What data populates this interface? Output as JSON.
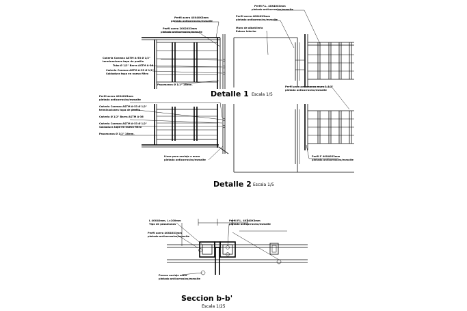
{
  "titles": {
    "detail1": "Detalle 1",
    "detail1_scale": "Escala   1/5",
    "detail2": "Detalle 2",
    "detail2_scale": "Escala   1/5",
    "section": "Seccion b-b'",
    "section_scale": "Escala   1/25"
  },
  "notes": {
    "n1": "Perfil acero 40X40X3mm",
    "n1b": "pintado anticorrosivo/esmalte",
    "n2": "Perfil acero 20X20X3mm",
    "n2b": "pintado anticorrosivo/esmalte",
    "n3": "Cañeria Conmax  ASTM A-53 Ø 1/2\"",
    "n3b": "terminaciones tapa de pasillo",
    "n3c": "Tubo Ø 1/2\" Barra ASTM A-36",
    "n4": "Cañeria Conmax  ASTM A-53 Ø 1/2\"",
    "n4b": "Soldadura tapa en nuevo filtro",
    "n5": "Pasamanos Ø 1/2\" 16mm.",
    "n6": "Perfil F.L. 40X40X3mm",
    "n6b": "pintado anticorrosivo/esmalte",
    "n7": "Perfil acero 40X40X3mm",
    "n7b": "pintado anticorrosivo/esmalte",
    "n8": "Muro de albañileria",
    "n8b": "Estuco interior",
    "n9": "Perfil para pasamanos muro 1.1/2\"",
    "n9b": "pintado anticorrosivo/esmalte",
    "m1": "Perfil acero 40X40X3mm",
    "m1b": "pintado anticorrosivo/esmalte",
    "m2": "Cañeria Conmax  ASTM A-53 Ø 1/2\"",
    "m2b": "terminaciones tapa de pasillo",
    "m3": "Cañeria Ø 1/2\" Barra ASTM A-36",
    "m4": "Cañeria Conmax  ASTM A-53 Ø 1/2\"",
    "m4b": "Soldadura tapa en nuevo filtro",
    "m5": "Pasamanos Ø 1/2\" 16mm.",
    "m6": "Llave para anclaje a muro",
    "m6b": "pintado anticorrosivo/esmalte",
    "m7": "Perfil F 40X40X3mm",
    "m7b": "pintado anticorrosivo/esmalte",
    "s1": "L 40X40mm, L=100mm",
    "s1b": "Tipo de pasamanos",
    "s2": "Perfil acero 40X40X3mm",
    "s2b": "pintado anticorrosivo/esmalte",
    "s3": "Perfil F.L. 40X40X3mm",
    "s3b": "pintado anticorrosivo/esmalte",
    "s4": "Pernos anclaje muro",
    "s4b": "pintado anticorrosivo/esmalte"
  }
}
